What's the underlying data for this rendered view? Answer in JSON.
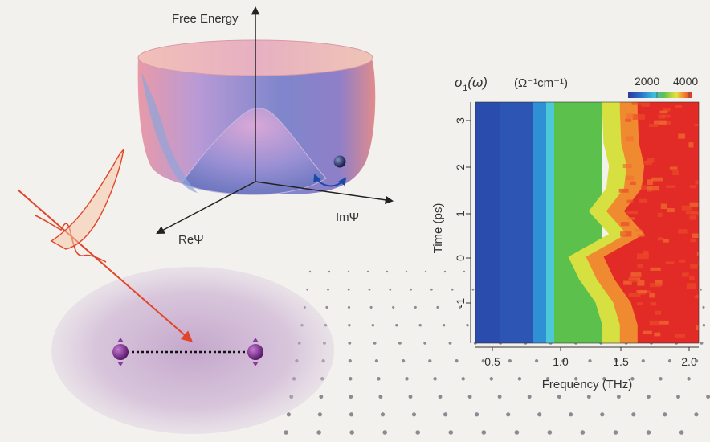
{
  "diagram": {
    "free_energy_label": "Free Energy",
    "re_axis_label": "ReΨ",
    "im_axis_label": "ImΨ"
  },
  "heatmap": {
    "title_sigma": "σ",
    "title_sub": "1",
    "title_args": "(ω)",
    "title_units": "(Ω⁻¹cm⁻¹)",
    "colorbar_ticks": [
      "2000",
      "4000"
    ],
    "x_label": "Frequency (THz)",
    "y_label": "Time (ps)",
    "x_ticks": [
      "0.5",
      "1.0",
      "1.5",
      "2.0"
    ],
    "y_ticks": [
      "3",
      "2",
      "1",
      "0",
      "-1"
    ]
  },
  "chart_data": {
    "type": "heatmap",
    "title": "σ1(ω) (Ω⁻¹cm⁻¹)",
    "xlabel": "Frequency (THz)",
    "ylabel": "Time (ps)",
    "xlim": [
      0.4,
      2.05
    ],
    "ylim": [
      -1.9,
      3.4
    ],
    "color_range": [
      500,
      4500
    ],
    "colorbar_ticks": [
      2000,
      4000
    ],
    "times": [
      3.2,
      2.5,
      2.0,
      1.5,
      1.0,
      0.5,
      0.0,
      -0.5,
      -1.0,
      -1.5
    ],
    "transition_frequency": [
      1.55,
      1.56,
      1.6,
      1.58,
      1.45,
      1.6,
      1.3,
      1.38,
      1.5,
      1.55
    ]
  },
  "colors": {
    "potential_surface": "#9a8fd0",
    "pulse": "#e0462a",
    "cooper_pair": "#7a2a8a",
    "background": "#f3f1ee"
  }
}
